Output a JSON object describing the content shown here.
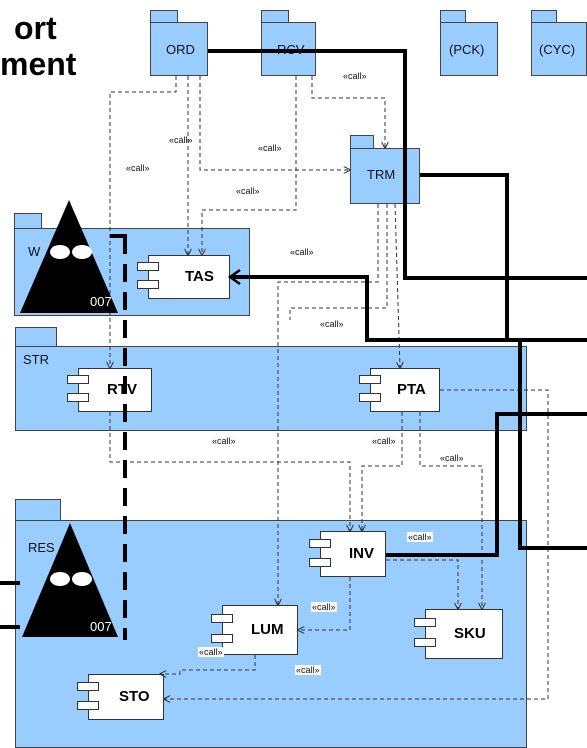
{
  "title": {
    "line1": "ort",
    "line2": "ment"
  },
  "packages": {
    "ord": "ORD",
    "rcv": "RCV",
    "pck": "(PCK)",
    "cyc": "(CYC)",
    "trm": "TRM",
    "w": "W",
    "str": "STR",
    "res": "RES"
  },
  "components": {
    "tas": "TAS",
    "rtv": "RTV",
    "pta": "PTA",
    "inv": "INV",
    "lum": "LUM",
    "sku": "SKU",
    "sto": "STO"
  },
  "agents": {
    "top": "007",
    "bottom": "007"
  },
  "call_label": "«call»",
  "colors": {
    "package_fill": "#99ccff",
    "line": "#000000"
  }
}
